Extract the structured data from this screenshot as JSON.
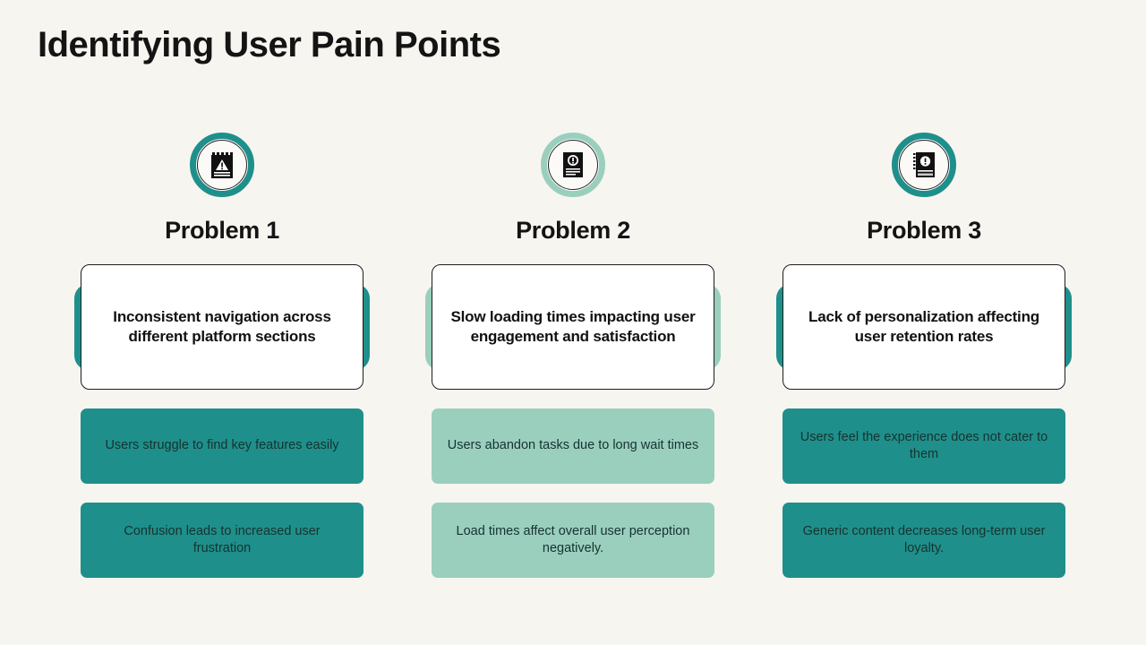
{
  "slide": {
    "title": "Identifying User Pain Points",
    "background_color": "#F7F5F0",
    "accent_teal": "#1F8F8B",
    "accent_mint": "#9ACFBE"
  },
  "columns": [
    {
      "icon_name": "notepad-warning-icon",
      "ring_color": "#1F8F8B",
      "theme": "teal",
      "heading": "Problem 1",
      "statement": "Inconsistent navigation across different platform sections",
      "details": [
        "Users struggle to find key features easily",
        "Confusion leads to increased user frustration"
      ]
    },
    {
      "icon_name": "document-alert-icon",
      "ring_color": "#9ACFBE",
      "theme": "mint",
      "heading": "Problem 2",
      "statement": "Slow loading times impacting user engagement and satisfaction",
      "details": [
        "Users abandon tasks due to long wait times",
        "Load times affect overall user perception negatively."
      ]
    },
    {
      "icon_name": "notebook-exclamation-icon",
      "ring_color": "#1F8F8B",
      "theme": "teal",
      "heading": "Problem 3",
      "statement": "Lack of personalization affecting user retention rates",
      "details": [
        "Users feel the experience does not cater to them",
        "Generic content decreases long-term user loyalty."
      ]
    }
  ]
}
